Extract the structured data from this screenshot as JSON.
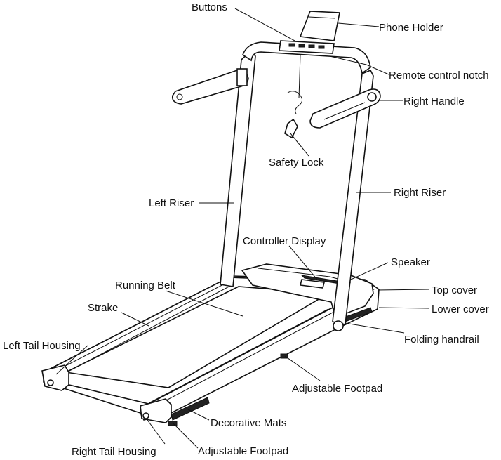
{
  "labels": {
    "buttons": "Buttons",
    "phone_holder": "Phone Holder",
    "remote_control_notch": "Remote control notch",
    "right_handle": "Right Handle",
    "safety_lock": "Safety Lock",
    "left_riser": "Left Riser",
    "right_riser": "Right Riser",
    "controller_display": "Controller Display",
    "speaker": "Speaker",
    "running_belt": "Running Belt",
    "top_cover": "Top cover",
    "strake": "Strake",
    "lower_cover": "Lower cover",
    "left_tail_housing": "Left Tail Housing",
    "folding_handrail": "Folding handrail",
    "adjustable_footpad_right": "Adjustable Footpad",
    "decorative_mats": "Decorative Mats",
    "right_tail_housing": "Right Tail Housing",
    "adjustable_footpad_bottom": "Adjustable Footpad"
  }
}
